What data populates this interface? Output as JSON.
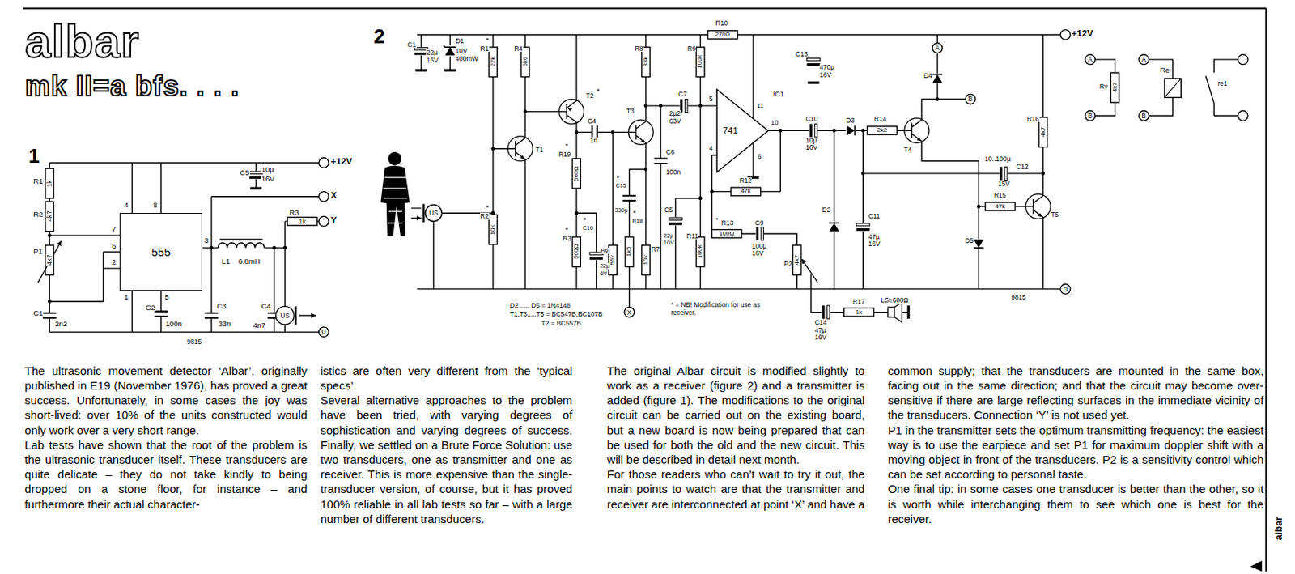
{
  "diagram": {
    "title": "albar",
    "nodes": [
      {
        "text": [
          "555"
        ]
      },
      {
        "text": [
          "IC1",
          "741"
        ]
      }
    ],
    "labels": [
      "mk II=a bfs. . . .",
      "1",
      "R1",
      "1k",
      "R2",
      "4k7",
      "P1",
      "4k7",
      "C1",
      "2n2",
      "4",
      "8",
      "7",
      "6",
      "2",
      "3",
      "5",
      "1",
      "C5",
      "10µ",
      "16V",
      "+12V",
      "X",
      "R3",
      "1k",
      "Y",
      "L1",
      "6.8mH",
      "C2",
      "100n",
      "C3",
      "33n",
      "C4",
      "4n7",
      "US",
      "0",
      "9815",
      "2",
      "C1",
      "22µ",
      "16V",
      "D1",
      "10V",
      "400mW",
      "*",
      "R1",
      "22k",
      "R4",
      "5k6",
      "T1",
      "T2",
      "*",
      "*",
      "R19",
      "560Ω",
      "C4",
      "1n",
      "T3",
      "R8",
      "33k",
      "R9",
      "100k",
      "C7",
      "2µ2",
      "63V",
      "C6",
      "100n",
      "*",
      "C15",
      "330p",
      "*",
      "C16",
      "22µ",
      "6V",
      "*",
      "R2",
      "10k",
      "*",
      "R3",
      "560Ω",
      "R6",
      "56k",
      "*",
      "R18",
      "1k5",
      "R7",
      "10k",
      "C5",
      "22µ",
      "10V",
      "R11",
      "100k",
      "R10",
      "270Ω",
      "5",
      "4",
      "11",
      "6",
      "10",
      "R12",
      "47k",
      "*",
      "R13",
      "100Ω",
      "C9",
      "100µ",
      "16V",
      "P2",
      "4k7",
      "C13",
      "470µ",
      "16V",
      "C10",
      "10µ",
      "16V",
      "D3",
      "R14",
      "2k2",
      "T4",
      "D2",
      "C11",
      "47µ",
      "16V",
      "D4",
      "A",
      "B",
      "D5",
      "R16",
      "4k7",
      "10..100µ",
      "C12",
      "15V",
      "R15",
      "47k",
      "T5",
      "+12V",
      "0",
      "9815",
      "US",
      "D2 ..... D5 = 1N4148",
      "T1,T3.....T5 = BC547B,BC107B",
      "T2 = BC557B",
      "X",
      "* = NB! Modification for use as receiver.",
      "C14",
      "47µ",
      "16V",
      "R17",
      "1k",
      "LS≥600Ω",
      "A",
      "B",
      "Rv",
      "4k7",
      "A",
      "B",
      "Re",
      "re1",
      "albar",
      "The ultrasonic movement detector ‘Albar’, originally published in E19 (November 1976), has proved a great success. Unfortunately, in some cases the joy was short-lived: over 10% of the units constructed would only work over a very short range.",
      "Lab tests have shown that the root of the problem is the ultrasonic transducer itself. These transducers are quite delicate – they do not take kindly to being dropped on a stone floor, for instance – and furthermore their actual character-",
      "istics are often very different from the ‘typical specs’.",
      "Several alternative approaches to the problem have been tried, with varying degrees of sophistication and varying degrees of success. Finally, we settled on a Brute Force Solution: use two transducers, one as transmitter and one as receiver. This is more expensive than the single-transducer version, of course, but it has proved 100% reliable in all lab tests so far – with a large number of different transducers.",
      "The original Albar circuit is modified slightly to work as a receiver (figure 2) and a transmitter is added (figure 1). The modifications to the original circuit can be carried out on the existing board, but a new board is now being prepared that can be used for both the old and the new circuit. This will be described in detail next month.",
      "For those readers who can’t wait to try it out, the main points to watch are that the transmitter and receiver are interconnected at point ‘X’ and have a",
      "common supply; that the transducers are mounted in the same box, facing out in the same direction; and that the circuit may become over-sensitive if there are large reflecting surfaces in the immediate vicinity of the transducers. Connection ‘Y’ is not used yet.",
      "P1 in the transmitter sets the optimum transmitting frequency: the easiest way is to use the earpiece and set P1 for maximum doppler shift with a moving object in front of the transducers. P2 is a sensitivity control which can be set according to personal taste.",
      "One final tip: in some cases one transducer is better than the other, so it is worth while interchanging them to see which one is best for the receiver."
    ]
  }
}
